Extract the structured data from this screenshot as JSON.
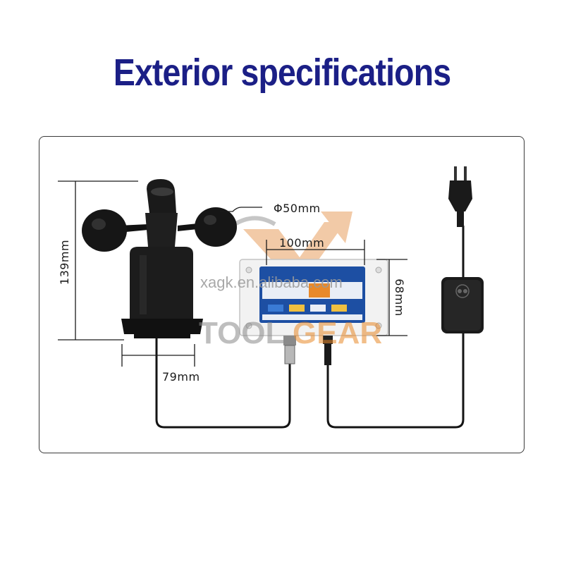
{
  "title": "Exterior specifications",
  "dimensions": {
    "cup_diameter": "Φ50mm",
    "box_width": "100mm",
    "box_height": "68mm",
    "sensor_height": "139mm",
    "base_width": "79mm"
  },
  "watermark": {
    "url": "xagk.en.alibaba.com",
    "brand_part1": "TOOL",
    "brand_part2": "GEAR"
  },
  "colors": {
    "title": "#1b1f86",
    "watermark_orange": "#e8892a",
    "watermark_gray": "#8a8a8a",
    "device_black": "#1c1c1c",
    "box_blue": "#1d4fa3"
  },
  "icons": [
    "anemometer-icon",
    "transmitter-box-icon",
    "power-plug-icon",
    "power-adapter-icon"
  ]
}
